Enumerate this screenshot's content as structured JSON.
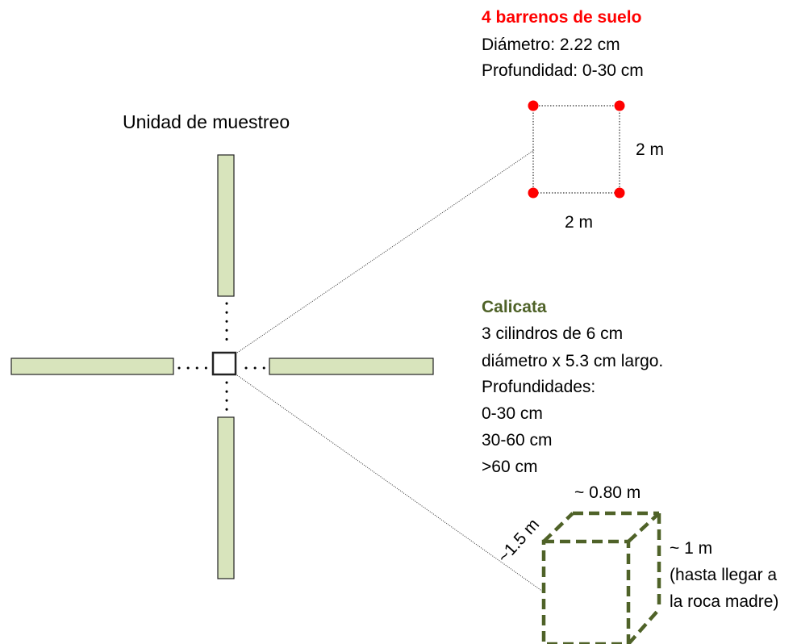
{
  "colors": {
    "strip_fill": "#d8e4bc",
    "strip_stroke": "#222222",
    "sample_point": "#ff0000",
    "barrenos_title": "#ff0000",
    "calicata_title": "#4f6228",
    "pit_dash": "#4f6228"
  },
  "sampling_unit": {
    "title": "Unidad de muestreo"
  },
  "barrenos": {
    "title": "4 barrenos de suelo",
    "diameter": "Diámetro: 2.22 cm",
    "depth": "Profundidad: 0-30 cm",
    "side_vertical": "2 m",
    "side_horizontal": "2 m",
    "point_count": 4
  },
  "calicata": {
    "title": "Calicata",
    "lines": [
      "3 cilindros de 6 cm",
      "diámetro x 5.3 cm largo.",
      "Profundidades:",
      "0-30 cm",
      "30-60 cm",
      ">60 cm"
    ],
    "width_label": "~ 0.80 m",
    "depth_label": "~1.5 m",
    "height_label": "~ 1 m",
    "height_note_1": "(hasta llegar a",
    "height_note_2": "la roca madre)"
  }
}
